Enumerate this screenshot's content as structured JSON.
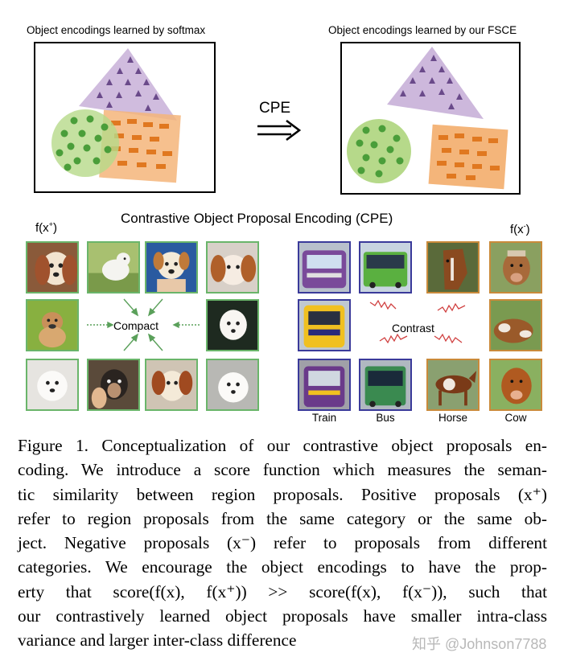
{
  "figure": {
    "left_panel_title": "Object encodings learned by softmax",
    "right_panel_title": "Object encodings learned by our FSCE",
    "arrow_label": "CPE",
    "section_title": "Contrastive Object Proposal Encoding (CPE)",
    "positive_label": "f(x",
    "positive_sign": "+",
    "negative_label": "f(x",
    "negative_sign": "-",
    "label_close": ")",
    "compact_label": "Compact",
    "contrast_label": "Contrast",
    "categories": [
      "Train",
      "Bus",
      "Horse",
      "Cow"
    ],
    "colors": {
      "circle_fill": "#b6d98a",
      "dot_fill": "#4a9e3a",
      "triangle_fill": "#c8b0d8",
      "triangle_mark": "#6a4a8a",
      "rect_fill": "#f4b57a",
      "rect_mark": "#e07820",
      "compact_arrows": "#5aa05a",
      "contrast_zigzag": "#d04040"
    }
  },
  "caption": {
    "lines": [
      "Figure 1. Conceptualization of our contrastive object proposals en-",
      "coding. We introduce a score function which measures the seman-",
      "tic similarity between region proposals. Positive proposals (x⁺)",
      "refer to region proposals from the same category or the same ob-",
      "ject. Negative proposals (x⁻) refer to proposals from different",
      "categories. We encourage the object encodings to have the prop-",
      "erty that score(f(x), f(x⁺)) >> score(f(x), f(x⁻)), such that",
      "our contrastively learned object proposals have smaller intra-class",
      "variance and larger inter-class difference"
    ]
  },
  "watermark": "知乎 @Johnson7788"
}
